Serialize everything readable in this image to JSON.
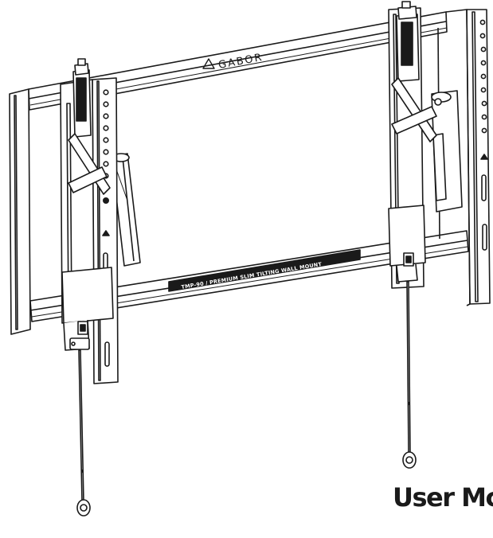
{
  "document": {
    "brand": "GABOR",
    "model_label": "TMP-90 / PREMIUM SLIM TILTING WALL MOUNT",
    "title_visible": "User Mc"
  }
}
